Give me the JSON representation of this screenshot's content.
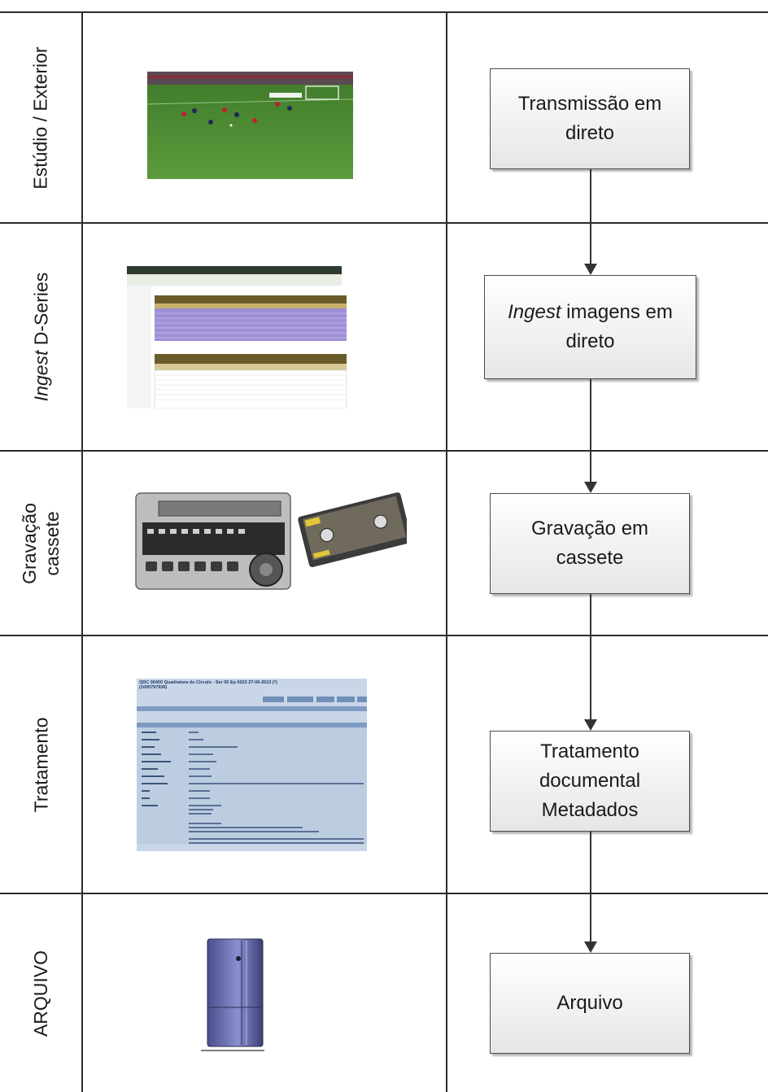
{
  "rows": [
    {
      "label": "Estúdio / Exterior",
      "process": [
        "Transmissão em",
        "direto"
      ],
      "image": "football-broadcast-thumbnail"
    },
    {
      "label_italic": "Ingest",
      "label_rest": " D-Series",
      "process_italic": "Ingest",
      "process_rest": " imagens em",
      "process_line2": "direto",
      "image": "ingest-software-screenshot"
    },
    {
      "label_lines": [
        "Gravação",
        "cassete"
      ],
      "process": [
        "Gravação em",
        "cassete"
      ],
      "image": "vtr-deck-and-cassette"
    },
    {
      "label": "Tratamento",
      "process": [
        "Tratamento",
        "documental",
        "Metadados"
      ],
      "image": "metadata-form-screenshot"
    },
    {
      "label": "ARQUIVO",
      "process": [
        "Arquivo"
      ],
      "image": "archive-server-cabinet"
    }
  ],
  "thumbnails": {
    "metadata_title": "QDC 00400 Quadratura do Circulo - Ser 05 Ep 0023 27-06-2013 (*)",
    "metadata_subtitle": "(1000797936)"
  },
  "colors": {
    "line": "#2b2b2b",
    "box_border": "#4a4a4a",
    "box_fill_top": "#ffffff",
    "box_fill_bottom": "#e6e6e6"
  }
}
